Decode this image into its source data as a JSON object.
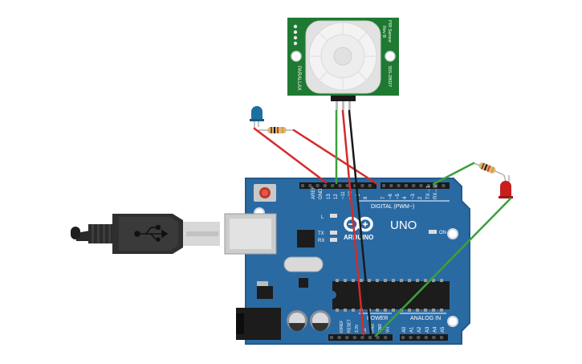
{
  "pir_sensor": {
    "brand": "PARALLAX",
    "model_line1": "PIR Sensor",
    "model_line2": "Rev B",
    "part_number": "555-28027"
  },
  "arduino": {
    "name": "UNO",
    "brand": "ARDUINO",
    "digital_header_label": "DIGITAL (PWM~)",
    "power_label": "POWER",
    "analog_label": "ANALOG IN",
    "on_label": "ON",
    "led_l": "L",
    "led_tx": "TX",
    "led_rx": "RX",
    "digital_pins": [
      "AREF",
      "GND",
      "13",
      "12",
      "~11",
      "~10",
      "~9",
      "8",
      "7",
      "~6",
      "~5",
      "4",
      "~3",
      "2",
      "TX→1",
      "RX←0"
    ],
    "power_pins": [
      "IOREF",
      "RESET",
      "3.3V",
      "5V",
      "GND",
      "GND",
      "Vin"
    ],
    "analog_pins": [
      "A0",
      "A1",
      "A2",
      "A3",
      "A4",
      "A5"
    ]
  },
  "colors": {
    "board": "#2a6aa3",
    "pir_pcb": "#1e7a32",
    "wire_red": "#d42a2a",
    "wire_green": "#3aa13a",
    "wire_black": "#1a1a1a",
    "led_blue": "#1d6fa0",
    "led_red": "#c81e1e"
  }
}
